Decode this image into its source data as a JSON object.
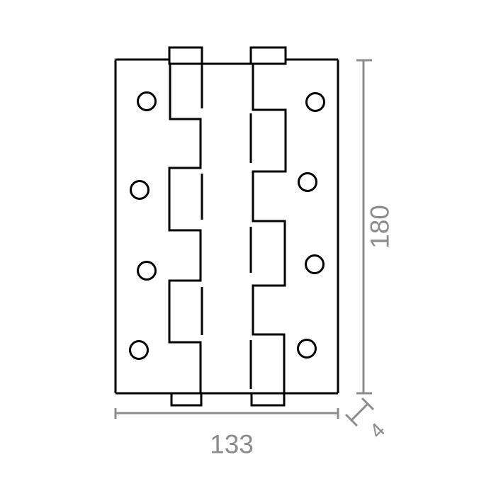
{
  "drawing": {
    "kind": "technical-drawing",
    "dimensions": {
      "height_label": "180",
      "width_label": "133",
      "thickness_label": "4"
    }
  },
  "colors": {
    "outline": "#000000",
    "dimension": "#8c8c8c",
    "background": "#ffffff"
  }
}
